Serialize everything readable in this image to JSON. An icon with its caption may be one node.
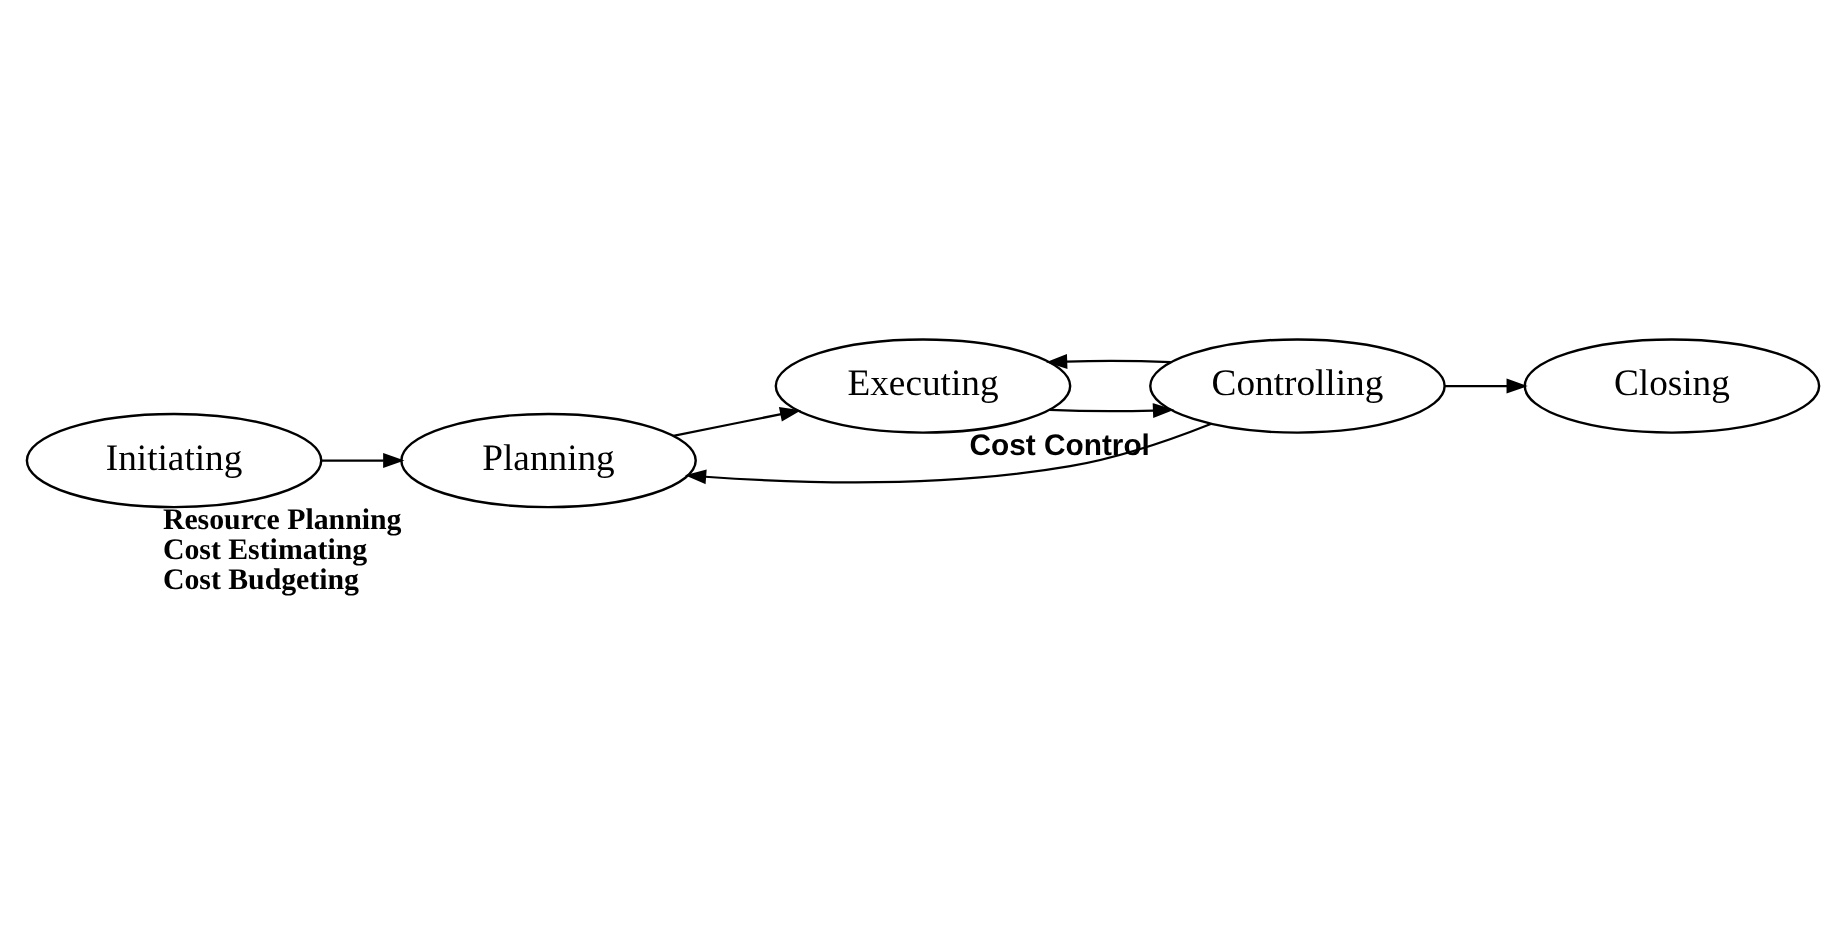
{
  "diagram": {
    "nodes": [
      {
        "text": [
          "Initiating"
        ]
      },
      {
        "text": [
          "Planning"
        ],
        "beside": [
          "Resource Planning",
          "Cost Estimating",
          "Cost Budgeting"
        ]
      },
      {
        "text": [
          "Executing"
        ]
      },
      {
        "text": [
          "Controlling"
        ],
        "beside": [
          "Cost Control"
        ]
      },
      {
        "text": [
          "Closing"
        ]
      }
    ],
    "edges": [
      {
        "from": 0,
        "to": 1,
        "arrow": "to"
      },
      {
        "from": 1,
        "to": 2,
        "arrow": "to"
      },
      {
        "from": 2,
        "to": 3,
        "arrow": "to"
      },
      {
        "from": 3,
        "to": 2,
        "arrow": "to"
      },
      {
        "from": 3,
        "to": 1,
        "arrow": "to"
      },
      {
        "from": 3,
        "to": 4,
        "arrow": "to"
      }
    ]
  }
}
